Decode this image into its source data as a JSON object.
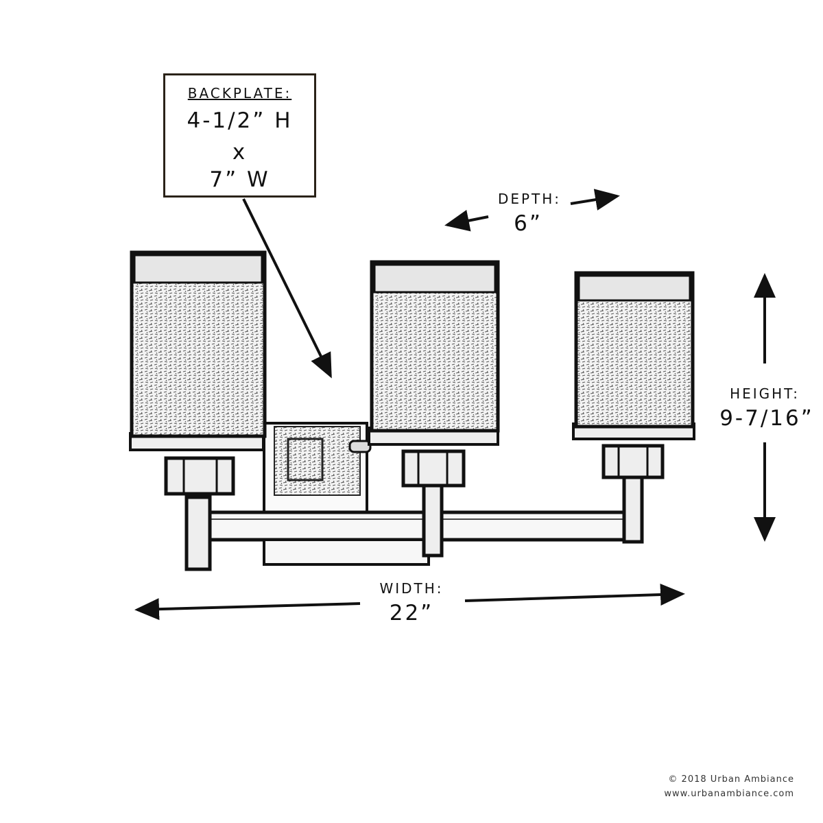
{
  "backplate": {
    "title": "BACKPLATE:",
    "height_line": "4-1/2” H",
    "times": "x",
    "width_line": "7” W"
  },
  "depth": {
    "label": "DEPTH:",
    "value": "6”"
  },
  "height": {
    "label": "HEIGHT:",
    "value": "9-7/16”"
  },
  "width": {
    "label": "WIDTH:",
    "value": "22”"
  },
  "credit": {
    "copyright": "© 2018 Urban Ambiance",
    "website": "www.urbanambiance.com"
  },
  "colors": {
    "ink": "#111111",
    "box_border": "#2a2218",
    "background": "#ffffff"
  },
  "icons": [
    "three-light-vanity-fixture-drawing",
    "dimension-arrows"
  ]
}
